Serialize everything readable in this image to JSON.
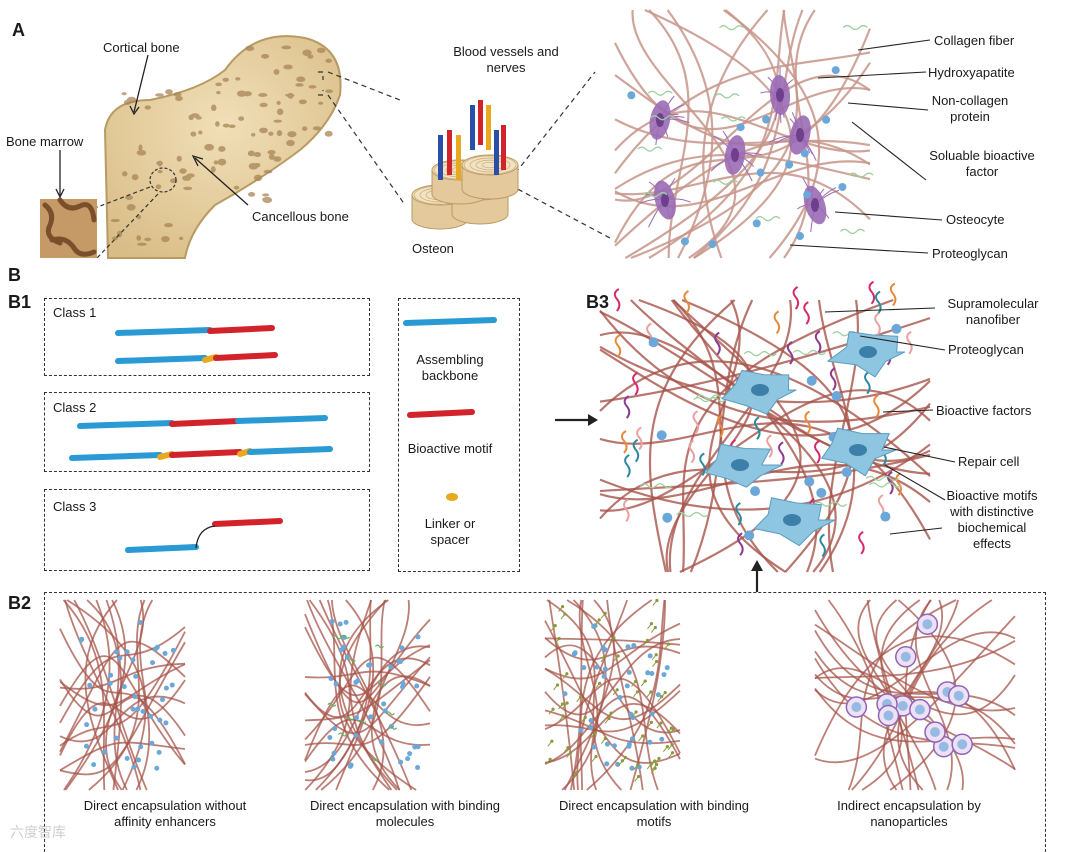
{
  "panels": {
    "a": "A",
    "b": "B",
    "b1": "B1",
    "b2": "B2",
    "b3": "B3"
  },
  "bone": {
    "cortical": "Cortical bone",
    "marrow": "Bone marrow",
    "cancellous": "Cancellous bone",
    "vessels": "Blood vessels and nerves",
    "osteon": "Osteon"
  },
  "matrix_labels": [
    "Collagen fiber",
    "Hydroxyapatite",
    "Non-collagen protein",
    "Soluable bioactive factor",
    "Osteocyte",
    "Proteoglycan"
  ],
  "classes": [
    "Class 1",
    "Class 2",
    "Class 3"
  ],
  "legend": {
    "backbone": "Assembling backbone",
    "motif": "Bioactive motif",
    "linker": "Linker or spacer"
  },
  "b3_labels": [
    "Supramolecular nanofiber",
    "Proteoglycan",
    "Bioactive factors",
    "Repair cell",
    "Bioactive motifs with distinctive biochemical effects"
  ],
  "encapsulation": [
    "Direct encapsulation without affinity enhancers",
    "Direct encapsulation with binding molecules",
    "Direct encapsulation with binding motifs",
    "Indirect encapsulation by nanoparticles"
  ],
  "watermark": "六度智库",
  "colors": {
    "backbone": "#2a9ad4",
    "motif": "#d3232a",
    "linker": "#e8a820",
    "fiber": "#b5655a",
    "bone": "#e6cfa3",
    "cell_b3": "#8ec5e0",
    "osteocyte": "#9a6cb5",
    "factor": "#6ba8d9"
  }
}
